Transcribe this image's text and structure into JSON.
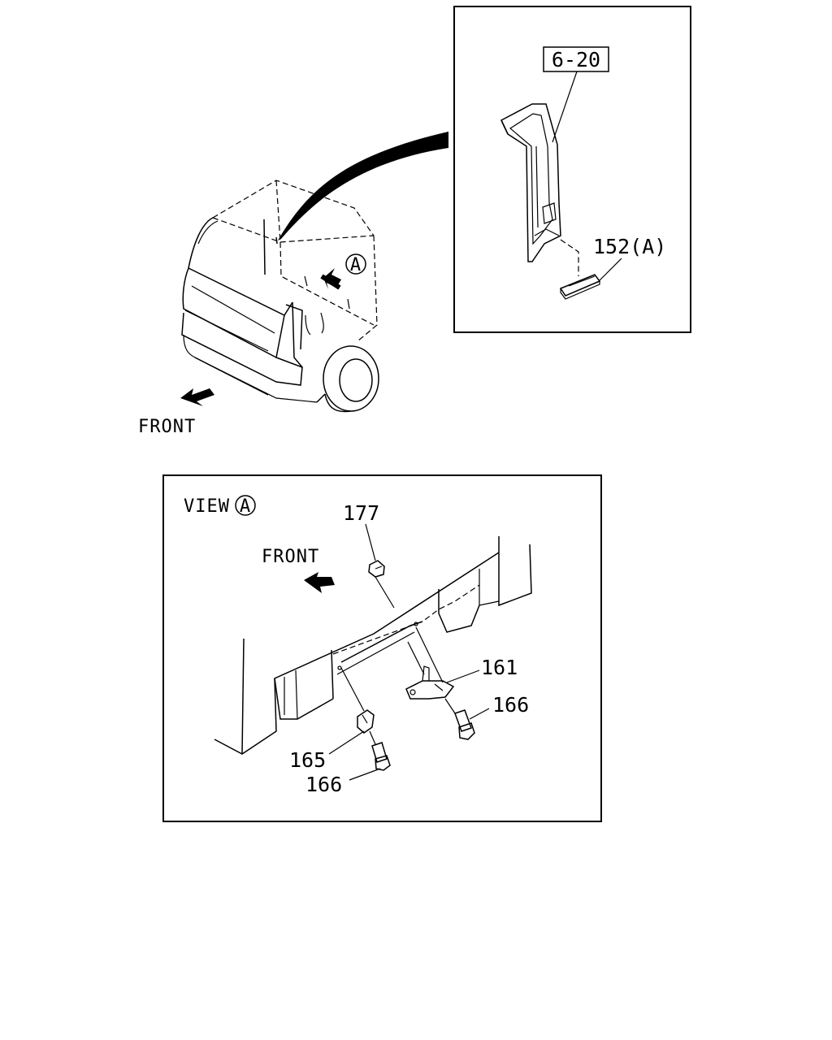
{
  "upper": {
    "front_label": "FRONT",
    "view_marker": "A"
  },
  "detail_inset": {
    "ref_label": "6-20",
    "part_label": "152(A)"
  },
  "view_panel": {
    "title_prefix": "VIEW",
    "title_marker": "A",
    "front_label": "FRONT",
    "parts": {
      "p177": "177",
      "p161": "161",
      "p166_right": "166",
      "p165": "165",
      "p166_left": "166"
    }
  }
}
